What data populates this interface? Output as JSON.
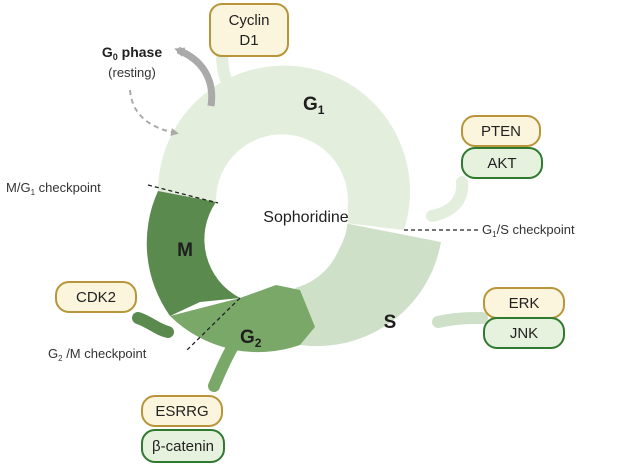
{
  "center": {
    "label": "Sophoridine"
  },
  "phases": {
    "g1": {
      "main": "G",
      "sub": "1"
    },
    "s": {
      "label": "S"
    },
    "g2": {
      "main": "G",
      "sub": "2"
    },
    "m": {
      "label": "M"
    }
  },
  "g0": {
    "main": "G",
    "sub": "0",
    "suffix": " phase",
    "detail": "(resting)"
  },
  "checkpoints": {
    "m_g1": {
      "pre": "M/G",
      "sub": "1",
      "post": " checkpoint"
    },
    "g1_s": {
      "pre": "G",
      "sub": "1",
      "post": "/S checkpoint"
    },
    "g2_m": {
      "pre": "G",
      "sub": "2",
      "post": " /M checkpoint"
    }
  },
  "proteins": {
    "cyclin_d1": {
      "line1": "Cyclin",
      "line2": "D1"
    },
    "pten": "PTEN",
    "akt": "AKT",
    "erk": "ERK",
    "jnk": "JNK",
    "cdk2": "CDK2",
    "esrrg": "ESRRG",
    "beta_catenin": "β-catenin"
  },
  "colors": {
    "g1": "#e4eedd",
    "s": "#cfe0c8",
    "g2": "#7aa868",
    "m": "#5a8a4e",
    "yellow_box_fill": "#fbf5dd",
    "yellow_box_stroke": "#b8953a",
    "green_box_fill": "#e6f2de",
    "green_box_stroke": "#2f7a2f",
    "g0_arrow": "#aaaaaa"
  }
}
